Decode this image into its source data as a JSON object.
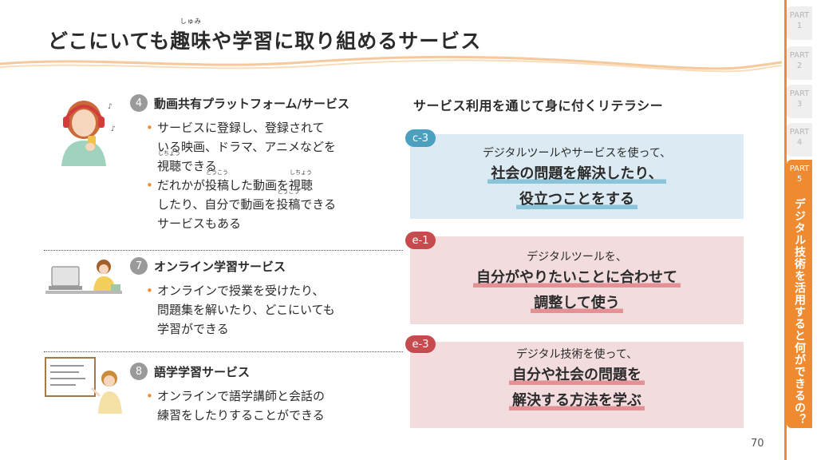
{
  "title": {
    "before": "どこにいても",
    "ruby_base": "趣味",
    "ruby_reading": "しゅみ",
    "after": "や学習に取り組めるサービス"
  },
  "services": [
    {
      "number": "4",
      "title": "動画共有プラットフォーム/サービス",
      "bullet1": {
        "line1": "サービスに登録し、登録されて",
        "line2": "いる映画、ドラマ、アニメなどを",
        "line3_ruby": "視聴",
        "line3_reading": "しちょう",
        "line3_rest": "できる"
      },
      "bullet2": {
        "l1_a": "だれかが",
        "l1_ruby1": "投稿",
        "l1_reading1": "とうこう",
        "l1_b": "した動画を",
        "l1_ruby2": "視聴",
        "l1_reading2": "しちょう",
        "l2_a": "したり、自分で動画を",
        "l2_ruby": "投稿",
        "l2_reading": "とうこう",
        "l2_b": "できる",
        "l3": "サービスもある"
      },
      "illustration": "person-headphones-phone-icon"
    },
    {
      "number": "7",
      "title": "オンライン学習サービス",
      "lines": [
        "オンラインで授業を受けたり、",
        "問題集を解いたり、どこにいても",
        "学習ができる"
      ],
      "illustration": "person-laptop-study-icon"
    },
    {
      "number": "8",
      "title": "語学学習サービス",
      "lines": [
        "オンラインで語学講師と会話の",
        "練習をしたりすることができる"
      ],
      "illustration": "teacher-whiteboard-icon"
    }
  ],
  "literacy": {
    "title": "サービス利用を通じて身に付くリテラシー",
    "boxes": [
      {
        "tag": "c-3",
        "sub": "デジタルツールやサービスを使って、",
        "main1": "社会の問題を解決したり、",
        "main2": "役立つことをする",
        "color": "#dcebf3"
      },
      {
        "tag": "e-1",
        "sub": "デジタルツールを、",
        "main1": "自分がやりたいことに合わせて",
        "main2": "調整して使う",
        "color": "#f3dcde"
      },
      {
        "tag": "e-3",
        "sub": "デジタル技術を使って、",
        "main1": "自分や社会の問題を",
        "main2": "解決する方法を学ぶ",
        "color": "#f3dcde"
      }
    ]
  },
  "tabs": [
    {
      "part": "PART",
      "num": "1"
    },
    {
      "part": "PART",
      "num": "2"
    },
    {
      "part": "PART",
      "num": "3"
    },
    {
      "part": "PART",
      "num": "4"
    },
    {
      "part": "PART",
      "num": "5",
      "title": "デジタル技術を活用すると何ができるの？"
    }
  ],
  "page_number": "70",
  "colors": {
    "accent": "#f08a30",
    "blue_tag": "#4aa0be",
    "red_tag": "#c64b4f"
  }
}
